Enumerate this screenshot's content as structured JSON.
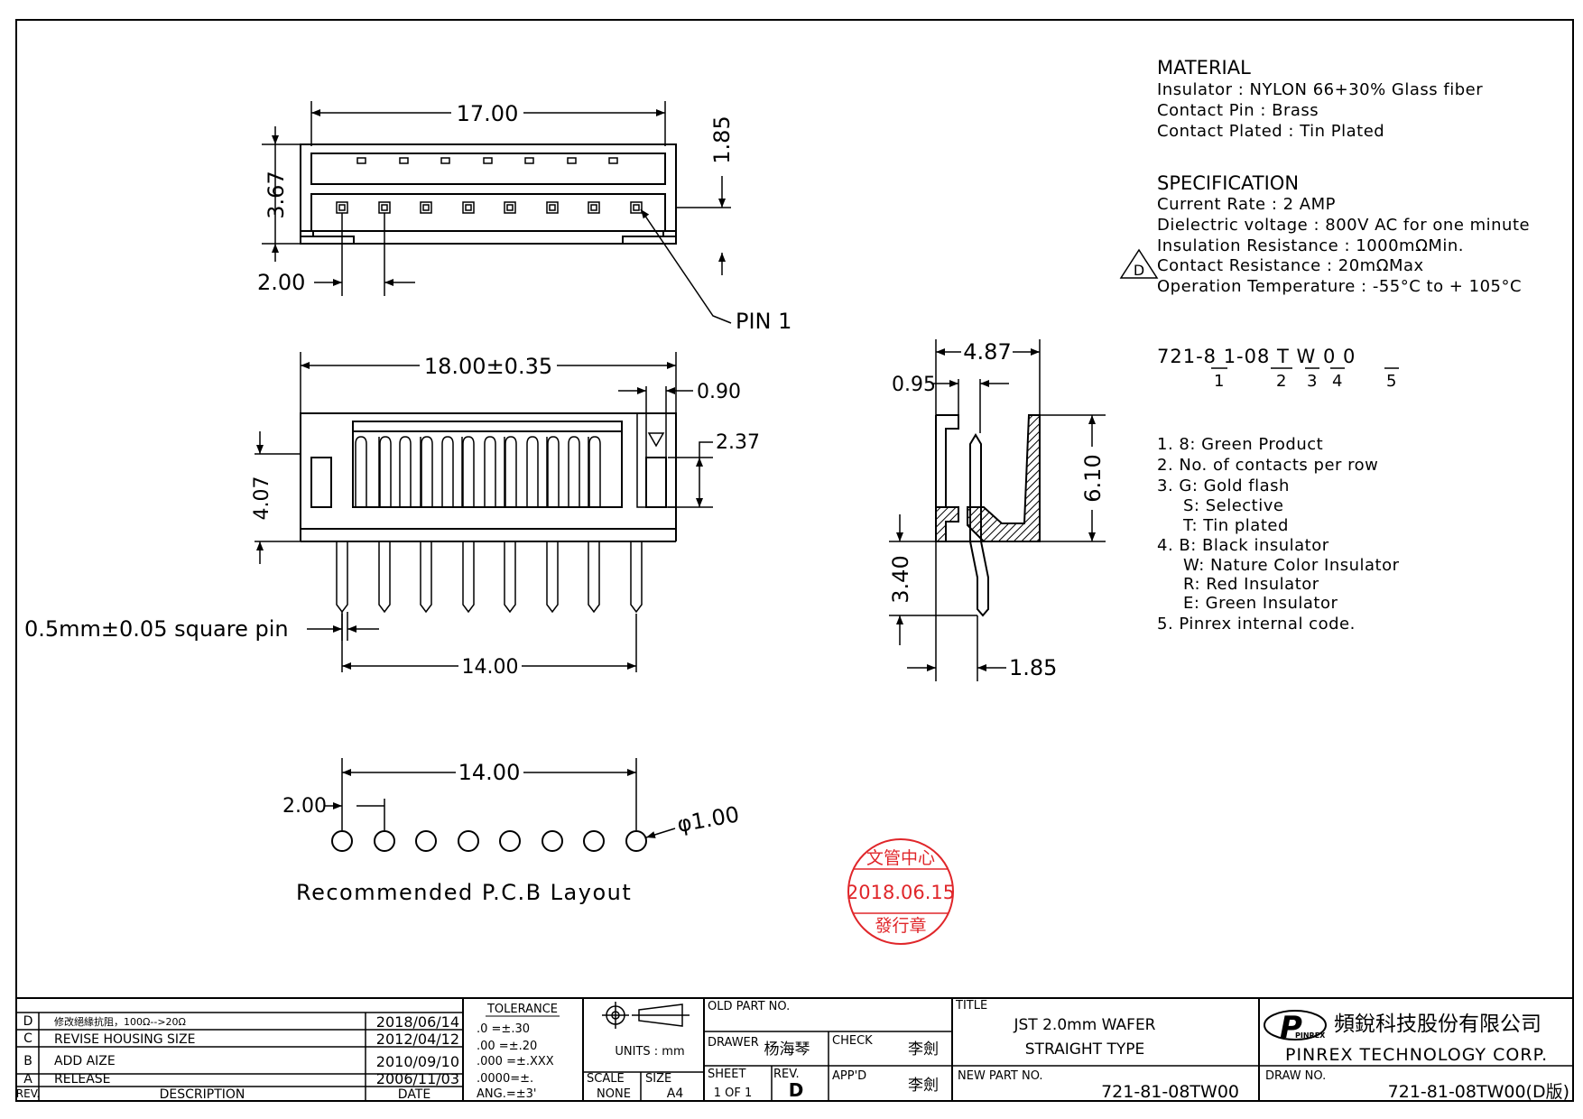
{
  "dimensions": {
    "top_width": "17.00",
    "top_right": "1.85",
    "top_left": "3.67",
    "top_pitch": "2.00",
    "pin1": "PIN 1",
    "front_width": "18.00±0.35",
    "front_0_90": "0.90",
    "front_2_37": "2.37",
    "front_4_07": "4.07",
    "square_pin": "0.5mm±0.05 square pin",
    "front_14": "14.00",
    "side_4_87": "4.87",
    "side_0_95": "0.95",
    "side_6_10": "6.10",
    "side_3_40": "3.40",
    "side_1_85": "1.85",
    "pcb_14": "14.00",
    "pcb_2": "2.00",
    "pcb_hole": "φ1.00",
    "pcb_caption": "Recommended P.C.B Layout"
  },
  "material": {
    "heading": "MATERIAL",
    "lines": [
      "Insulator : NYLON 66+30% Glass fiber",
      "Contact Pin : Brass",
      "Contact Plated : Tin Plated"
    ]
  },
  "specification": {
    "heading": "SPECIFICATION",
    "lines": [
      "Current Rate : 2 AMP",
      "Dielectric voltage : 800V AC for one minute",
      "Insulation Resistance : 1000mΩMin.",
      "Contact Resistance : 20mΩMax",
      "Operation Temperature : -55°C to + 105°C"
    ],
    "rev_mark": "D"
  },
  "partcode": {
    "code": "721-8 1-08 T W 0 0",
    "indices": [
      "1",
      "2",
      "3",
      "4",
      "5"
    ]
  },
  "legend": [
    "1. 8: Green Product",
    "2. No. of contacts per row",
    "3. G: Gold flash",
    "S: Selective",
    "T: Tin plated",
    "4. B: Black insulator",
    "W: Nature Color Insulator",
    "R: Red Insulator",
    "E: Green Insulator",
    "5. Pinrex internal code."
  ],
  "stamp": {
    "top": "文管中心",
    "date": "2018.06.15",
    "bottom": "發行章"
  },
  "revisions": {
    "rows": [
      {
        "rev": "D",
        "desc": "修改絕緣抗阻，100Ω-->20Ω",
        "date": "2018/06/14"
      },
      {
        "rev": "C",
        "desc": "REVISE HOUSING SIZE",
        "date": "2012/04/12"
      },
      {
        "rev": "B",
        "desc": "ADD AIZE",
        "date": "2010/09/10"
      },
      {
        "rev": "A",
        "desc": "RELEASE",
        "date": "2006/11/03"
      }
    ],
    "col_rev": "REV.",
    "col_desc": "DESCRIPTION",
    "col_date": "DATE"
  },
  "tolerance": {
    "heading": "TOLERANCE",
    "lines": [
      ".0 =±.30",
      ".00 =±.20",
      ".000 =±.XXX",
      ".0000=±.",
      "ANG.=±3'"
    ]
  },
  "titleblock": {
    "units": "UNITS : mm",
    "scale_label": "SCALE",
    "scale_value": "NONE",
    "size_label": "SIZE",
    "size_value": "A4",
    "old_part_label": "OLD PART NO.",
    "drawer_label": "DRAWER",
    "drawer_name": "杨海琴",
    "check_label": "CHECK",
    "check_name": "李劍",
    "sheet_label": "SHEET",
    "sheet_value": "1 OF 1",
    "rev_label": "REV.",
    "rev_value": "D",
    "appd_label": "APP'D",
    "appd_name": "李劍",
    "title_label": "TITLE",
    "title_line1": "JST 2.0mm WAFER",
    "title_line2": "STRAIGHT TYPE",
    "new_part_label": "NEW PART NO.",
    "new_part_value": "721-81-08TW00",
    "company_cn": "頻銳科技股份有限公司",
    "company_en": "PINREX TECHNOLOGY CORP.",
    "logo_text": "PINREX",
    "draw_no_label": "DRAW NO.",
    "draw_no_value": "721-81-08TW00(D版)"
  }
}
